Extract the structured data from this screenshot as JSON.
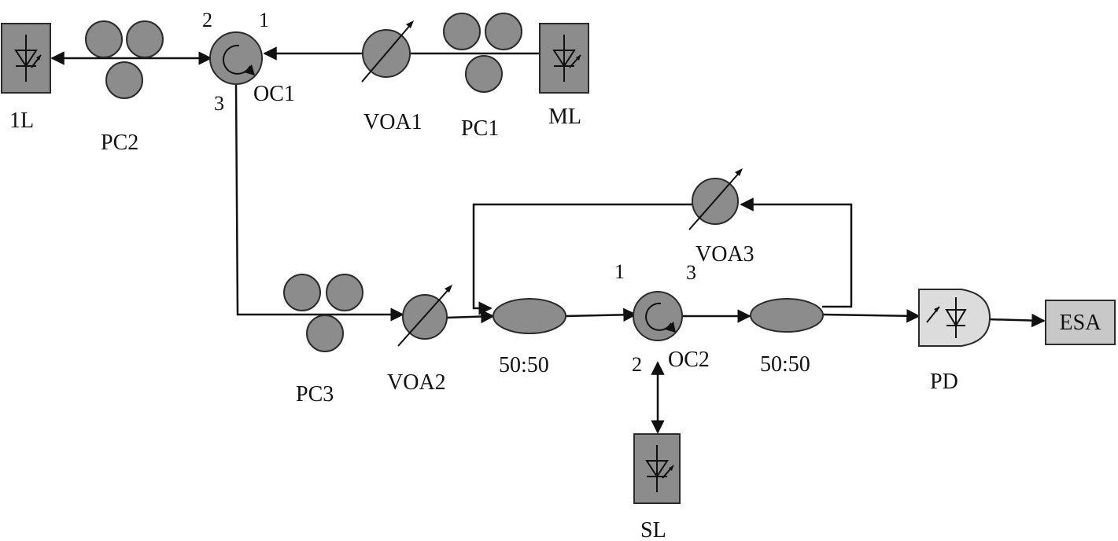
{
  "components": {
    "laser_1l": "1L",
    "laser_ml": "ML",
    "laser_sl": "SL",
    "pc1": "PC1",
    "pc2": "PC2",
    "pc3": "PC3",
    "voa1": "VOA1",
    "voa2": "VOA2",
    "voa3": "VOA3",
    "oc1": "OC1",
    "oc2": "OC2",
    "coupler1": "50:50",
    "coupler2": "50:50",
    "pd": "PD",
    "esa": "ESA"
  },
  "ports": {
    "oc1_p1": "1",
    "oc1_p2": "2",
    "oc1_p3": "3",
    "oc2_p1": "1",
    "oc2_p2": "2",
    "oc2_p3": "3"
  },
  "colors": {
    "device_fill": "#8c8c8c",
    "pd_fill": "#dcdcdc",
    "esa_fill": "#c8c8c8",
    "line": "#111111"
  }
}
